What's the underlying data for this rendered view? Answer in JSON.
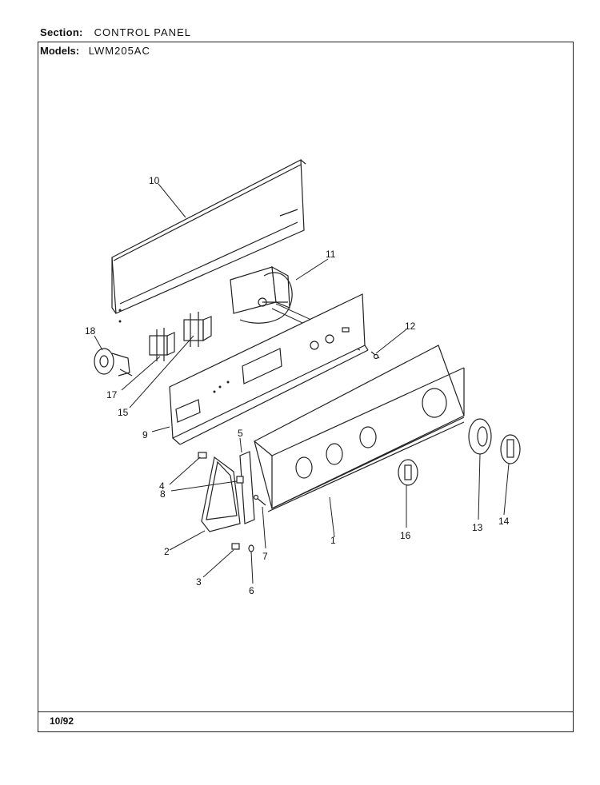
{
  "header": {
    "section_label": "Section:",
    "section_value": "CONTROL PANEL",
    "models_label": "Models:",
    "models_value": "LWM205AC"
  },
  "footer": {
    "date": "10/92"
  },
  "callouts": {
    "c1": "1",
    "c2": "2",
    "c3": "3",
    "c4": "4",
    "c5": "5",
    "c6": "6",
    "c7": "7",
    "c8": "8",
    "c9": "9",
    "c10": "10",
    "c11": "11",
    "c12": "12",
    "c13": "13",
    "c14": "14",
    "c15": "15",
    "c16": "16",
    "c17": "17",
    "c18": "18"
  }
}
